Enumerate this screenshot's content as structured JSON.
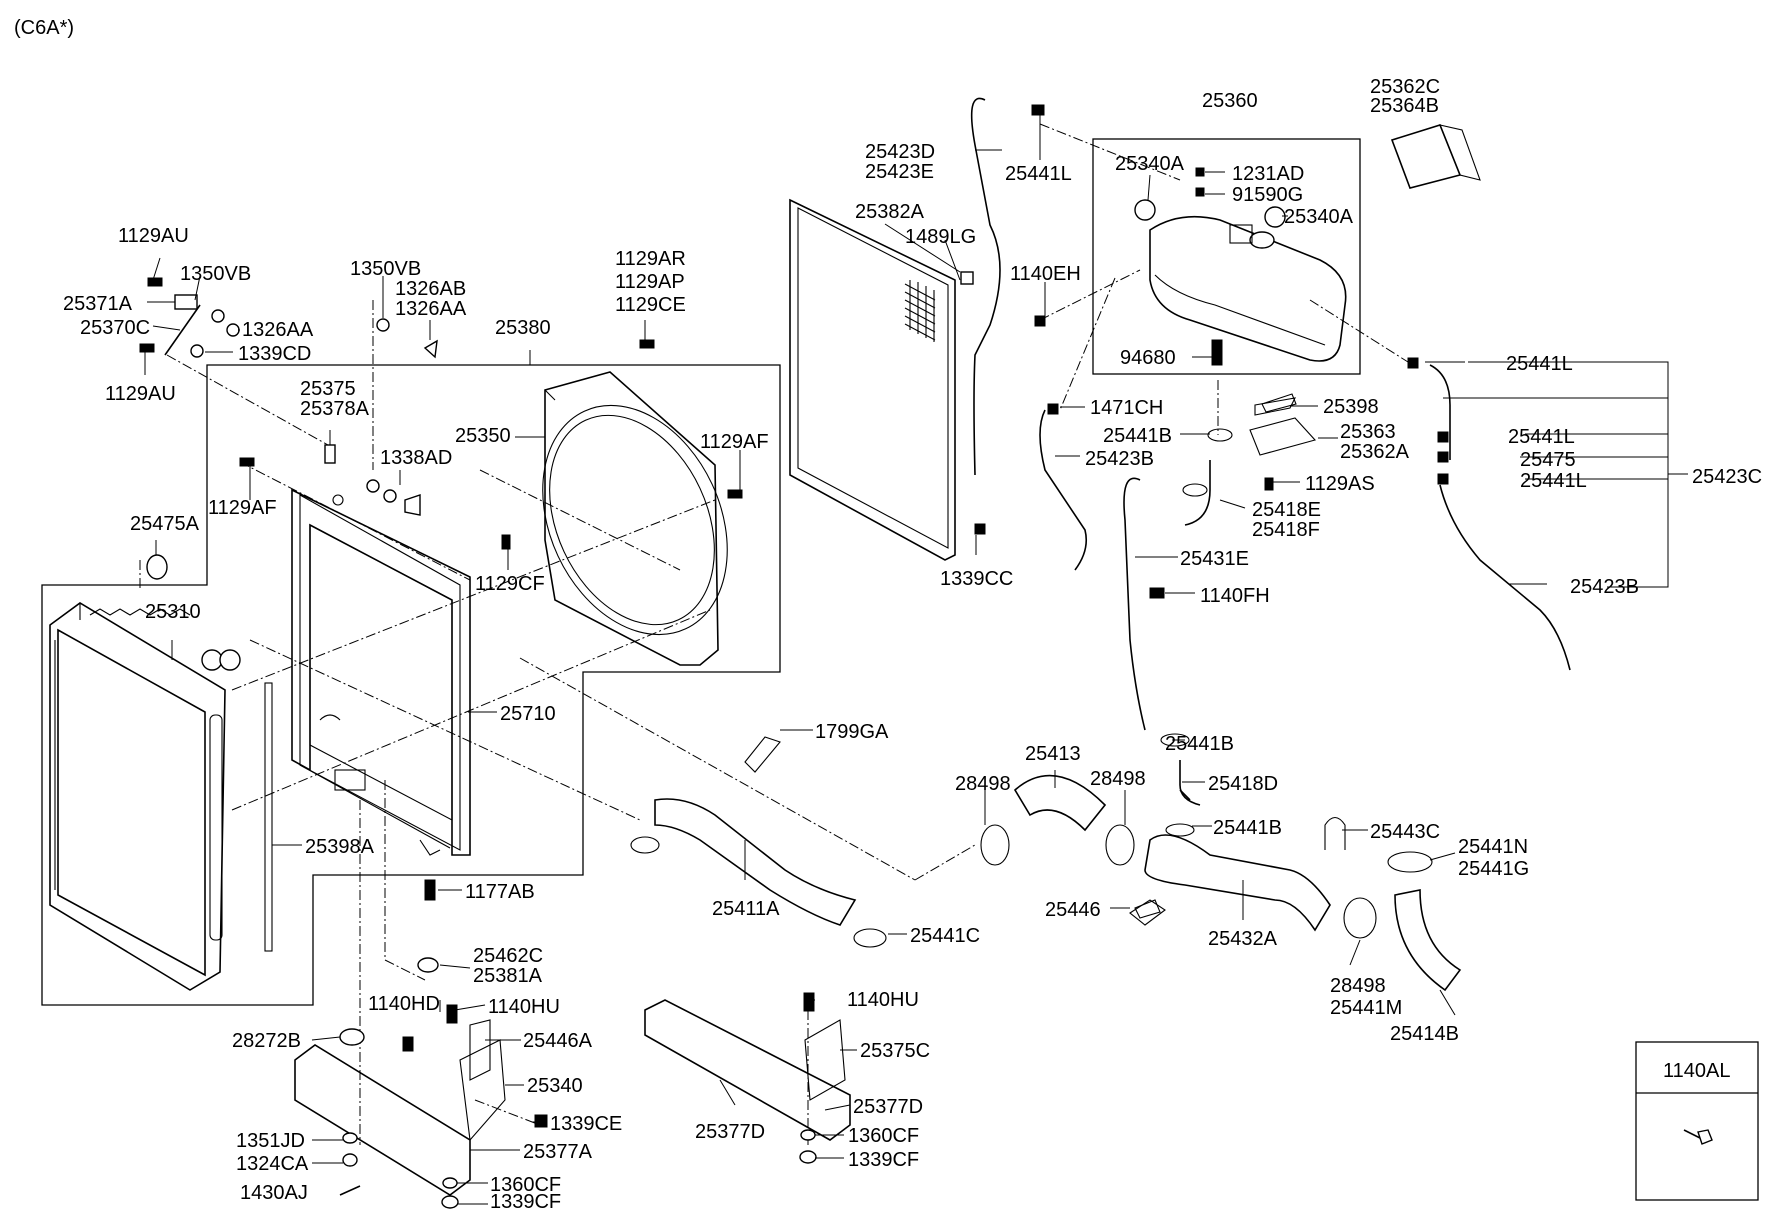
{
  "header": {
    "model_code": "(C6A*)"
  },
  "labels": {
    "p25360": "25360",
    "p25362C": "25362C",
    "p25364B": "25364B",
    "p25423D": "25423D",
    "p25423E": "25423E",
    "p25441L_top": "25441L",
    "p25340A_a": "25340A",
    "p1231AD": "1231AD",
    "p91590G": "91590G",
    "p25340A_b": "25340A",
    "p25382A": "25382A",
    "p1489LG": "1489LG",
    "p1140EH": "1140EH",
    "p94680": "94680",
    "p25441L_r1": "25441L",
    "p25398": "25398",
    "p25363": "25363",
    "p25362A": "25362A",
    "p25441L_r2": "25441L",
    "p25475": "25475",
    "p25441L_r3": "25441L",
    "p25423C": "25423C",
    "p1471CH": "1471CH",
    "p25441B_a": "25441B",
    "p25423B_a": "25423B",
    "p1129AS": "1129AS",
    "p25418E": "25418E",
    "p25418F": "25418F",
    "p1339CC": "1339CC",
    "p25431E": "25431E",
    "p25423B_b": "25423B",
    "p1140FH": "1140FH",
    "p1129AU_a": "1129AU",
    "p1350VB_a": "1350VB",
    "p25371A": "25371A",
    "p25370C": "25370C",
    "p1326AA_a": "1326AA",
    "p1339CD": "1339CD",
    "p1129AU_b": "1129AU",
    "p1350VB_b": "1350VB",
    "p1326AB": "1326AB",
    "p1326AA_b": "1326AA",
    "p1129AR": "1129AR",
    "p1129AP": "1129AP",
    "p1129CE": "1129CE",
    "p25380": "25380",
    "p25375": "25375",
    "p25378A": "25378A",
    "p25350": "25350",
    "p1129AF_a": "1129AF",
    "p1338AD": "1338AD",
    "p1129AF_b": "1129AF",
    "p25475A": "25475A",
    "p1129CF": "1129CF",
    "p25310": "25310",
    "p25710": "25710",
    "p1799GA": "1799GA",
    "p25441B_b": "25441B",
    "p25413": "25413",
    "p28498_a": "28498",
    "p28498_b": "28498",
    "p25418D": "25418D",
    "p25441B_c": "25441B",
    "p25443C": "25443C",
    "p25441N": "25441N",
    "p25441G": "25441G",
    "p25398A": "25398A",
    "p1177AB": "1177AB",
    "p25411A": "25411A",
    "p25441C": "25441C",
    "p25446": "25446",
    "p25432A": "25432A",
    "p28498_c": "28498",
    "p25441M": "25441M",
    "p25414B": "25414B",
    "p25462C": "25462C",
    "p25381A": "25381A",
    "p1140HD": "1140HD",
    "p1140HU_a": "1140HU",
    "p1140HU_b": "1140HU",
    "p28272B": "28272B",
    "p25446A": "25446A",
    "p25375C": "25375C",
    "p25340": "25340",
    "p1339CE": "1339CE",
    "p25377D_a": "25377D",
    "p25377D_b": "25377D",
    "p1360CF_a": "1360CF",
    "p1351JD": "1351JD",
    "p25377A": "25377A",
    "p1339CF_a": "1339CF",
    "p1324CA": "1324CA",
    "p1360CF_b": "1360CF",
    "p1430AJ": "1430AJ",
    "p1339CF_b": "1339CF"
  },
  "inset": {
    "part_number": "1140AL"
  }
}
